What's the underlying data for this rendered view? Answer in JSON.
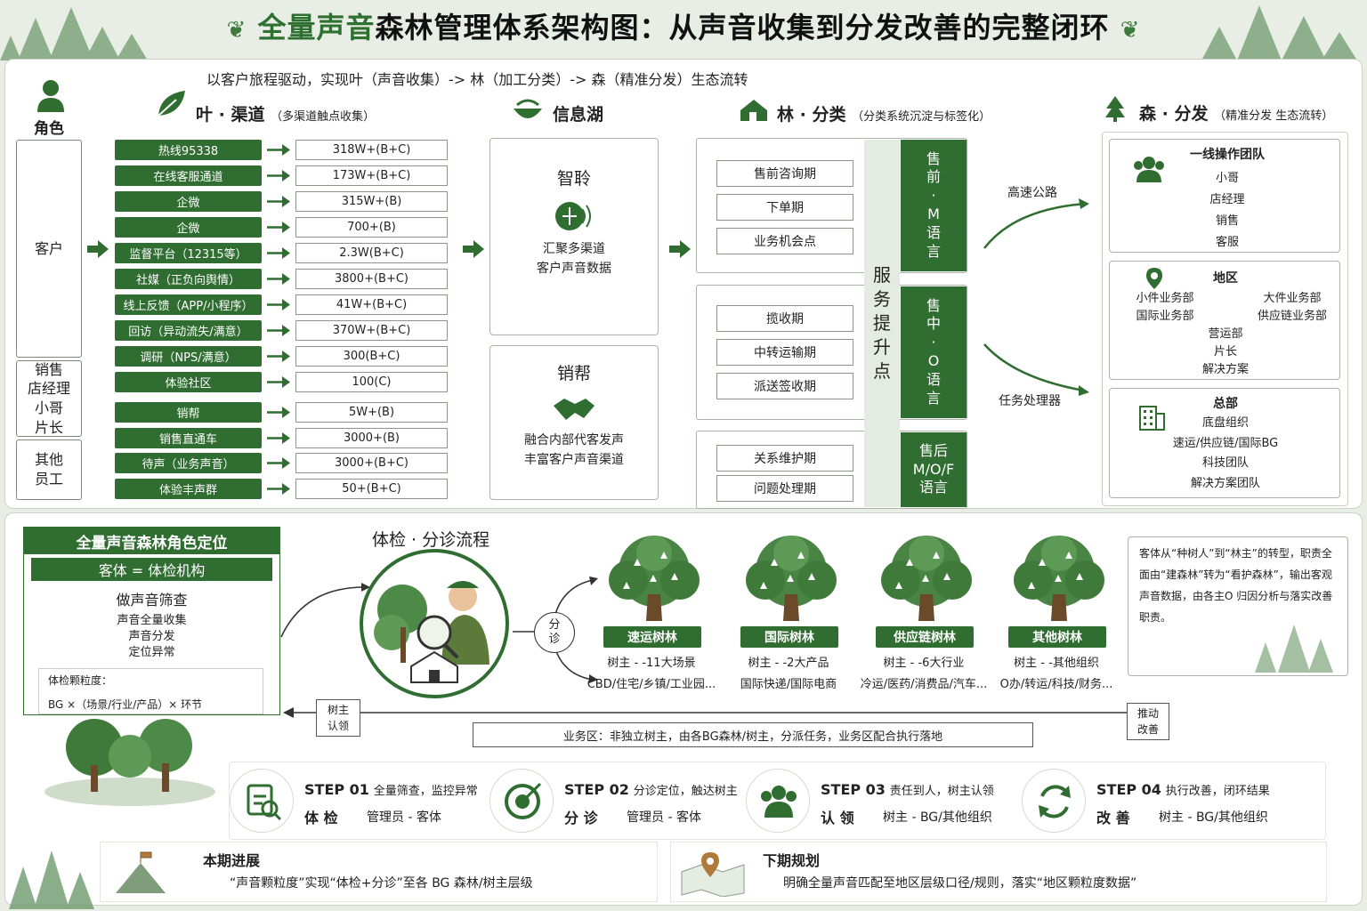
{
  "title": {
    "part1": "全量声音",
    "part2": "森林管理体系架构图：从声音收集到分发改善的完整闭环"
  },
  "subtitle": "以客户旅程驱动，实现叶（声音收集）-> 林（加工分类）-> 森（精准分发）生态流转",
  "roles": {
    "header": "角色",
    "customer": "客户",
    "sales": "销售\n店经理\n小哥\n片长",
    "other": "其他\n员工"
  },
  "leaf": {
    "title": "叶 · 渠道",
    "subtitle": "（多渠道触点收集）",
    "channels": [
      {
        "name": "热线95338",
        "value": "318W+(B+C)"
      },
      {
        "name": "在线客服通道",
        "value": "173W+(B+C)"
      },
      {
        "name": "企微",
        "value": "315W+(B)"
      },
      {
        "name": "企微",
        "value": "700+(B)"
      },
      {
        "name": "监督平台（12315等）",
        "value": "2.3W(B+C)"
      },
      {
        "name": "社媒（正负向舆情）",
        "value": "3800+(B+C)"
      },
      {
        "name": "线上反馈（APP/小程序）",
        "value": "41W+(B+C)"
      },
      {
        "name": "回访（异动流失/满意）",
        "value": "370W+(B+C)"
      },
      {
        "name": "调研（NPS/满意）",
        "value": "300(B+C)"
      },
      {
        "name": "体验社区",
        "value": "100(C)"
      },
      {
        "name": "销帮",
        "value": "5W+(B)"
      },
      {
        "name": "销售直通车",
        "value": "3000+(B)"
      },
      {
        "name": "待声（业务声音）",
        "value": "3000+(B+C)"
      },
      {
        "name": "体验丰声群",
        "value": "50+(B+C)"
      }
    ]
  },
  "lake": {
    "title": "信息湖",
    "box1": {
      "name": "智聆",
      "line1": "汇聚多渠道",
      "line2": "客户声音数据"
    },
    "box2": {
      "name": "销帮",
      "line1": "融合内部代客发声",
      "line2": "丰富客户声音渠道"
    }
  },
  "forest": {
    "title": "林 · 分类",
    "subtitle": "（分类系统沉淀与标签化）",
    "presale": [
      "售前咨询期",
      "下单期",
      "业务机会点"
    ],
    "insale": [
      "揽收期",
      "中转运输期",
      "派送签收期"
    ],
    "postsale": [
      "关系维护期",
      "问题处理期"
    ],
    "service": "服\n务\n提\n升\n点",
    "lang1": "售\n前\n·\nM\n语\n言",
    "lang2": "售\n中\n·\nO\n语\n言",
    "lang3": "售后\nM/O/F\n语言"
  },
  "routes": {
    "highway": "高速公路",
    "task": "任务处理器"
  },
  "sen": {
    "title": "森 · 分发",
    "subtitle": "（精准分发  生态流转）",
    "team": {
      "title": "一线操作团队",
      "items": [
        "小哥",
        "店经理",
        "销售",
        "客服"
      ]
    },
    "region": {
      "title": "地区",
      "left": [
        "小件业务部",
        "国际业务部"
      ],
      "right": [
        "大件业务部",
        "供应链业务部"
      ],
      "center": [
        "营运部",
        "片长",
        "解决方案"
      ]
    },
    "hq": {
      "title": "总部",
      "items": [
        "底盘组织",
        "速运/供应链/国际BG",
        "科技团队",
        "解决方案团队"
      ]
    }
  },
  "rolepos": {
    "title": "全量声音森林角色定位",
    "sub": "客体 = 体检机构",
    "head": "做声音筛查",
    "items": [
      "声音全量收集",
      "声音分发",
      "定位异常"
    ],
    "gran_label": "体检颗粒度：",
    "gran_value": "BG ×（场景/行业/产品）× 环节"
  },
  "process": {
    "title": "体检 · 分诊流程",
    "triage": "分\n诊"
  },
  "trees": [
    {
      "name": "速运树林",
      "owner": "树主 - -11大场景",
      "desc": "CBD/住宅/乡镇/工业园..."
    },
    {
      "name": "国际树林",
      "owner": "树主 - -2大产品",
      "desc": "国际快递/国际电商"
    },
    {
      "name": "供应链树林",
      "owner": "树主 - -6大行业",
      "desc": "冷运/医药/消费品/汽车..."
    },
    {
      "name": "其他树林",
      "owner": "树主 - -其他组织",
      "desc": "O办/转运/科技/财务..."
    }
  ],
  "note": "客体从“种树人”到“林主”的转型，职责全面由“建森林”转为“看护森林”，输出客观声音数据，由各主O 归因分析与落实改善职责。",
  "loop": {
    "left": "树主\n认领",
    "right": "推动\n改善",
    "bar": "业务区：非独立树主，由各BG森林/树主，分派任务，业务区配合执行落地"
  },
  "steps": [
    {
      "no": "STEP 01",
      "desc": "全量筛查，监控异常",
      "name": "体 检",
      "who": "管理员 - 客体"
    },
    {
      "no": "STEP 02",
      "desc": "分诊定位，触达树主",
      "name": "分 诊",
      "who": "管理员 - 客体"
    },
    {
      "no": "STEP 03",
      "desc": "责任到人，树主认领",
      "name": "认 领",
      "who": "树主 - BG/其他组织"
    },
    {
      "no": "STEP 04",
      "desc": "执行改善，闭环结果",
      "name": "改 善",
      "who": "树主 - BG/其他组织"
    }
  ],
  "progress": {
    "title": "本期进展",
    "text": "“声音颗粒度”实现“体检+分诊”至各 BG 森林/树主层级"
  },
  "plan": {
    "title": "下期规划",
    "text": "明确全量声音匹配至地区层级口径/规则，落实“地区颗粒度数据”"
  },
  "colors": {
    "green": "#2f6d31",
    "light": "#e8eee6"
  }
}
